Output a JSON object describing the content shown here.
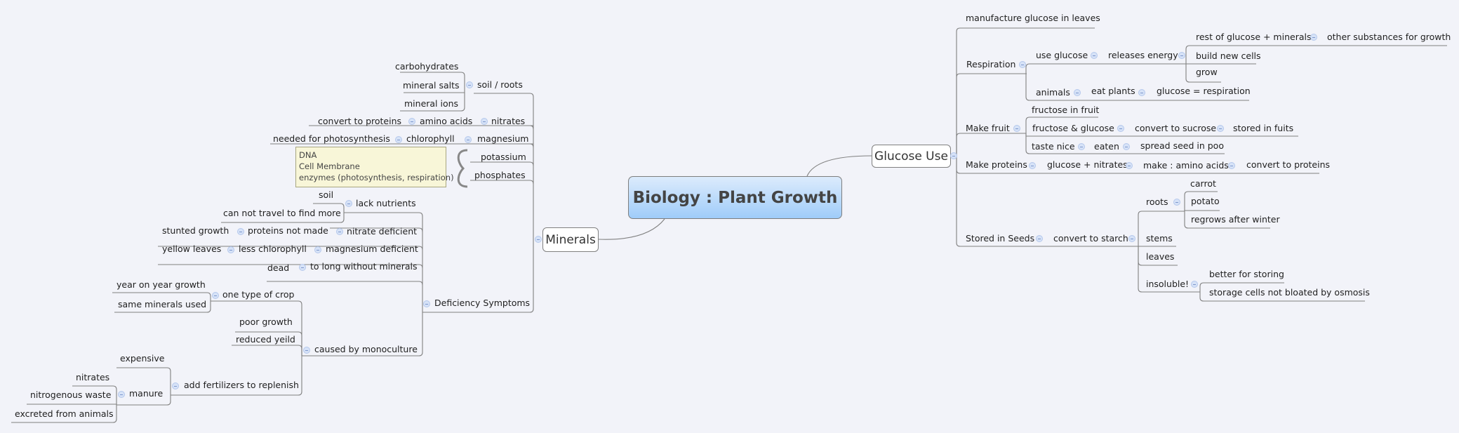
{
  "central": {
    "title": "Biology : Plant Growth",
    "gradient_top": "#dcebfc",
    "gradient_bottom": "#9fccf9"
  },
  "minerals": {
    "label": "Minerals",
    "soil_roots": {
      "label": "soil / roots",
      "children": [
        "carbohydrates",
        "mineral salts",
        "mineral ions"
      ]
    },
    "nitrates": {
      "label": "nitrates",
      "child": "amino acids",
      "grandchild": "convert to proteins"
    },
    "magnesium": {
      "label": "magnesium",
      "child": "chlorophyll",
      "grandchild": "needed for photosynthesis"
    },
    "potassium": {
      "label": "potassium"
    },
    "phosphates": {
      "label": "phosphates"
    },
    "note": {
      "lines": [
        "DNA",
        "Cell Membrane",
        "enzymes (photosynthesis, respiration)"
      ]
    },
    "deficiency": {
      "label": "Deficiency Symptoms",
      "lack_nutrients": {
        "label": "lack nutrients",
        "children": [
          "soil",
          "can not travel to find more"
        ]
      },
      "nitrate_deficient": {
        "label": "nitrate deficient",
        "child": "proteins not made",
        "grandchild": "stunted growth"
      },
      "magnesium_deficient": {
        "label": "magnesium deficient",
        "child": "less chlorophyll",
        "grandchild": "yellow leaves"
      },
      "too_long": {
        "label": "to long without minerals",
        "child": "dead"
      },
      "monoculture": {
        "label": "caused by monoculture",
        "one_type": {
          "label": "one type of crop",
          "children": [
            "year on year growth",
            "same minerals used"
          ]
        },
        "poor_growth": "poor growth",
        "reduced_yield": "reduced yeild",
        "fertilizers": {
          "label": "add fertilizers to replenish",
          "expensive": "expensive",
          "manure": {
            "label": "manure",
            "children": [
              "nitrates",
              "nitrogenous waste",
              "excreted from animals"
            ]
          }
        }
      }
    }
  },
  "glucose": {
    "label": "Glucose Use",
    "manufacture": "manufacture glucose in leaves",
    "respiration": {
      "label": "Respiration",
      "use_glucose": "use glucose",
      "releases_energy": "releases energy",
      "energy_children": {
        "rest": "rest of glucose + minerals",
        "other": "other substances for growth",
        "build": "build new cells",
        "grow": "grow"
      },
      "animals": "animals",
      "eat_plants": "eat plants",
      "glucose_eq": "glucose = respiration"
    },
    "fruit": {
      "label": "Make fruit",
      "fructose_in_fruit": "fructose in fruit",
      "fructose_glucose": "fructose & glucose",
      "convert_sucrose": "convert to sucrose",
      "stored_fuits": "stored in fuits",
      "taste_nice": "taste nice",
      "eaten": "eaten",
      "spread_seed": "spread seed in poo"
    },
    "proteins": {
      "label": "Make proteins",
      "glucose_nitrates": "glucose + nitrates",
      "amino": "make : amino acids",
      "convert": "convert to proteins"
    },
    "seeds": {
      "label": "Stored in Seeds",
      "starch": "convert to starch",
      "roots": "roots",
      "root_children": [
        "carrot",
        "potato",
        "regrows after winter"
      ],
      "stems": "stems",
      "leaves": "leaves",
      "insoluble": "insoluble!",
      "insoluble_children": [
        "better for storing",
        "storage cells not bloated by osmosis"
      ]
    }
  },
  "colors": {
    "background": "#f2f3f9",
    "line": "#7a7a7a",
    "toggle": "#d6e2f7",
    "note_bg": "#f8f6d8"
  }
}
